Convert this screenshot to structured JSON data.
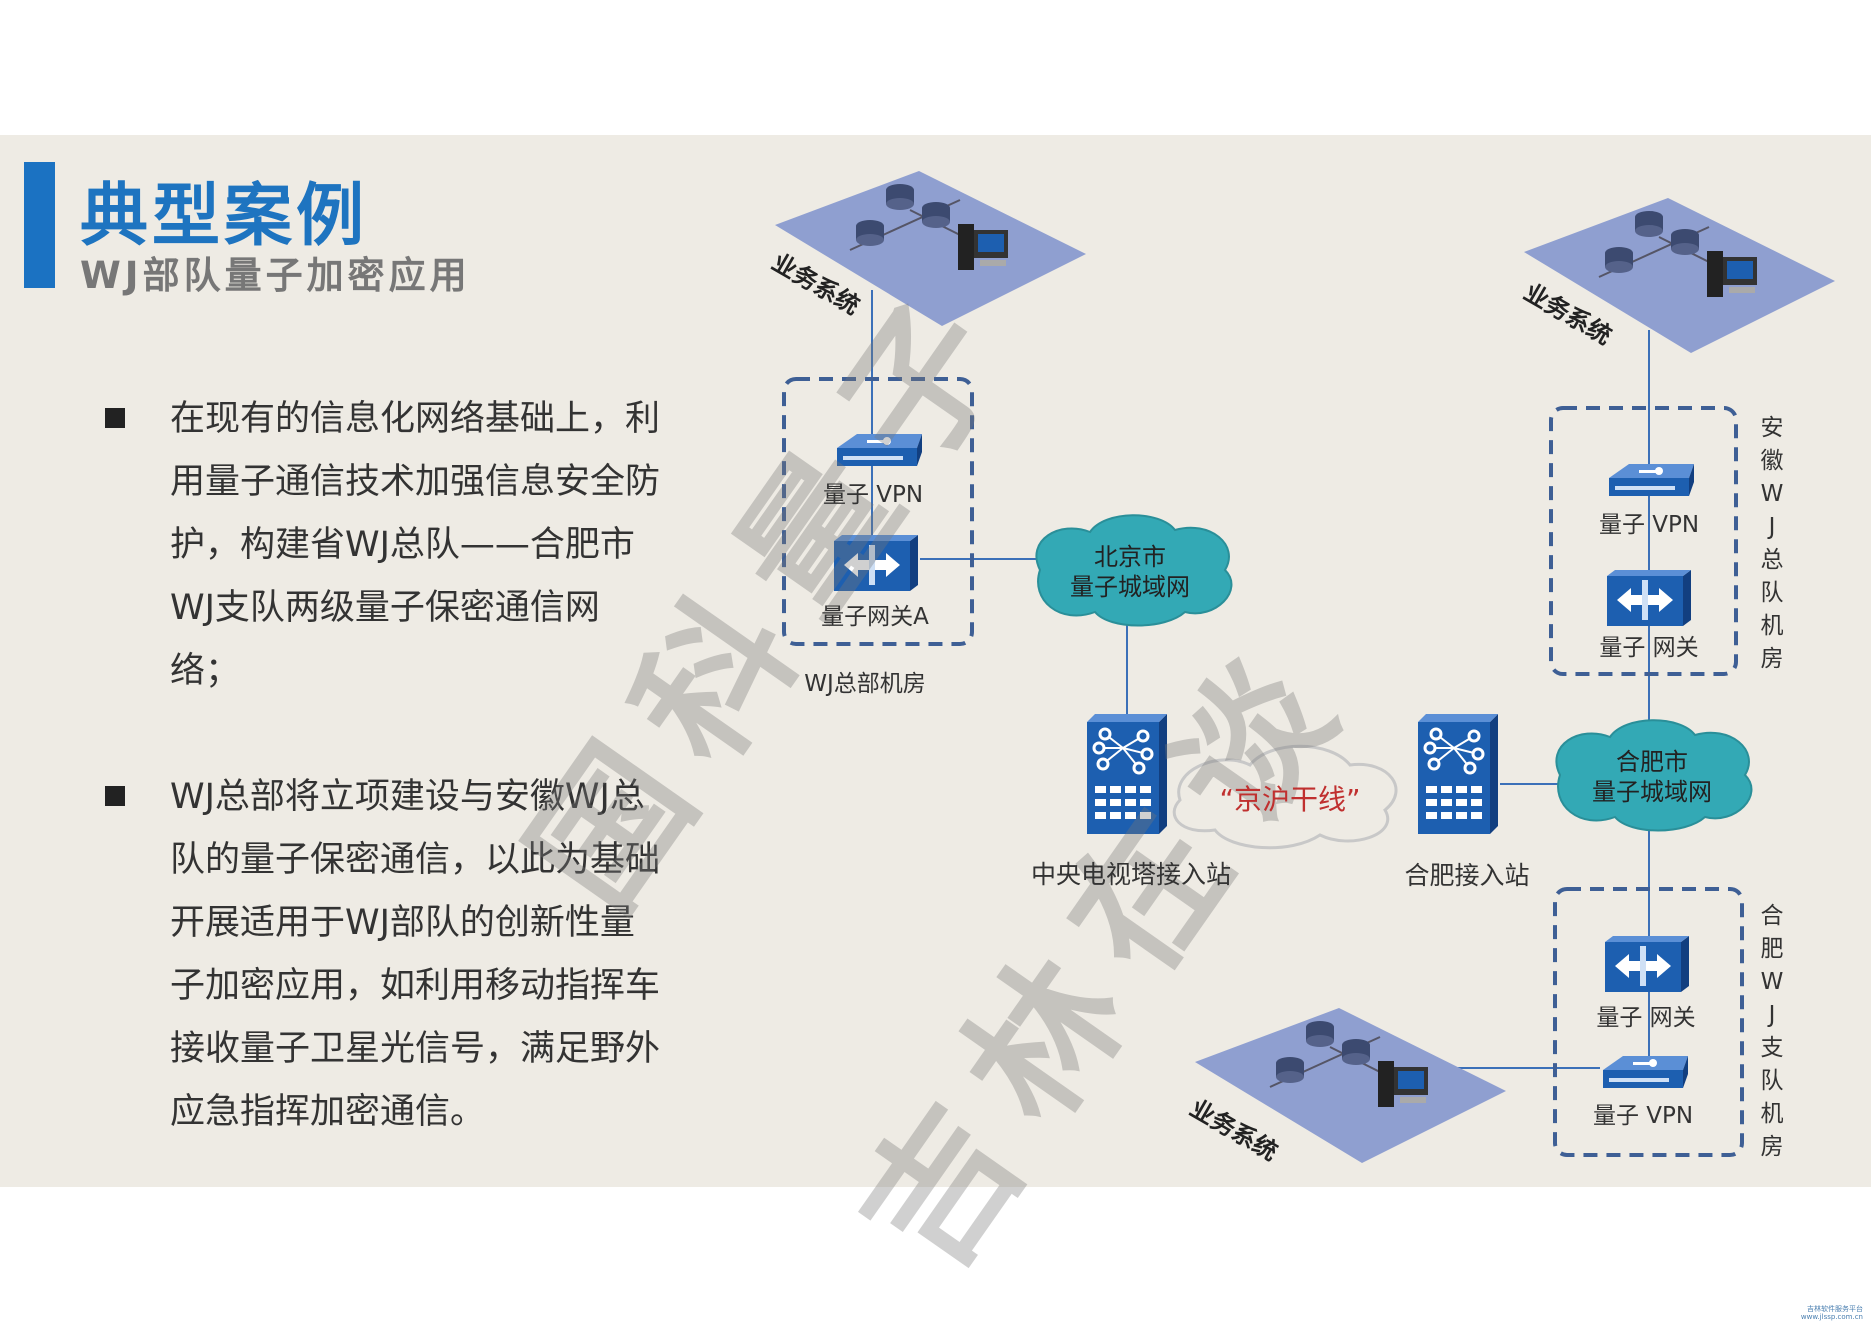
{
  "header": {
    "title": "典型案例",
    "subtitle": "WJ部队量子加密应用"
  },
  "bullets": [
    "在现有的信息化网络基础上，利用量子通信技术加强信息安全防护，构建省WJ总队——合肥市WJ支队两级量子保密通信网络；",
    "WJ总部将立项建设与安徽WJ总队的量子保密通信，以此为基础开展适用于WJ部队的创新性量子加密应用，如利用移动指挥车接收量子卫星光信号，满足野外应急指挥加密通信。"
  ],
  "diagram": {
    "business_system": "业务系统",
    "vpn": "量子 VPN",
    "gateway_a": "量子网关A",
    "gateway": "量子  网关",
    "hq_room": "WJ总部机房",
    "beijing_cloud": {
      "line1": "北京市",
      "line2": "量子城域网"
    },
    "hefei_cloud": {
      "line1": "合肥市",
      "line2": "量子城域网"
    },
    "trunk": "“京沪干线”",
    "cctv_station": "中央电视塔接入站",
    "hefei_station": "合肥接入站",
    "anhui_room": "安徽WJ总队机房",
    "hefei_room": "合肥WJ支队机房"
  },
  "watermark": {
    "line1": "国科量子",
    "line2": "吉林在谈"
  },
  "logo": {
    "name": "吉林软件服务平台",
    "url": "www.jlssp.com.cn"
  },
  "colors": {
    "accent": "#1e74c0",
    "platform": "#8f9fd0",
    "device": "#1d5fb0",
    "cloud": "#33a9b5",
    "trunk_text": "#c0302f"
  }
}
